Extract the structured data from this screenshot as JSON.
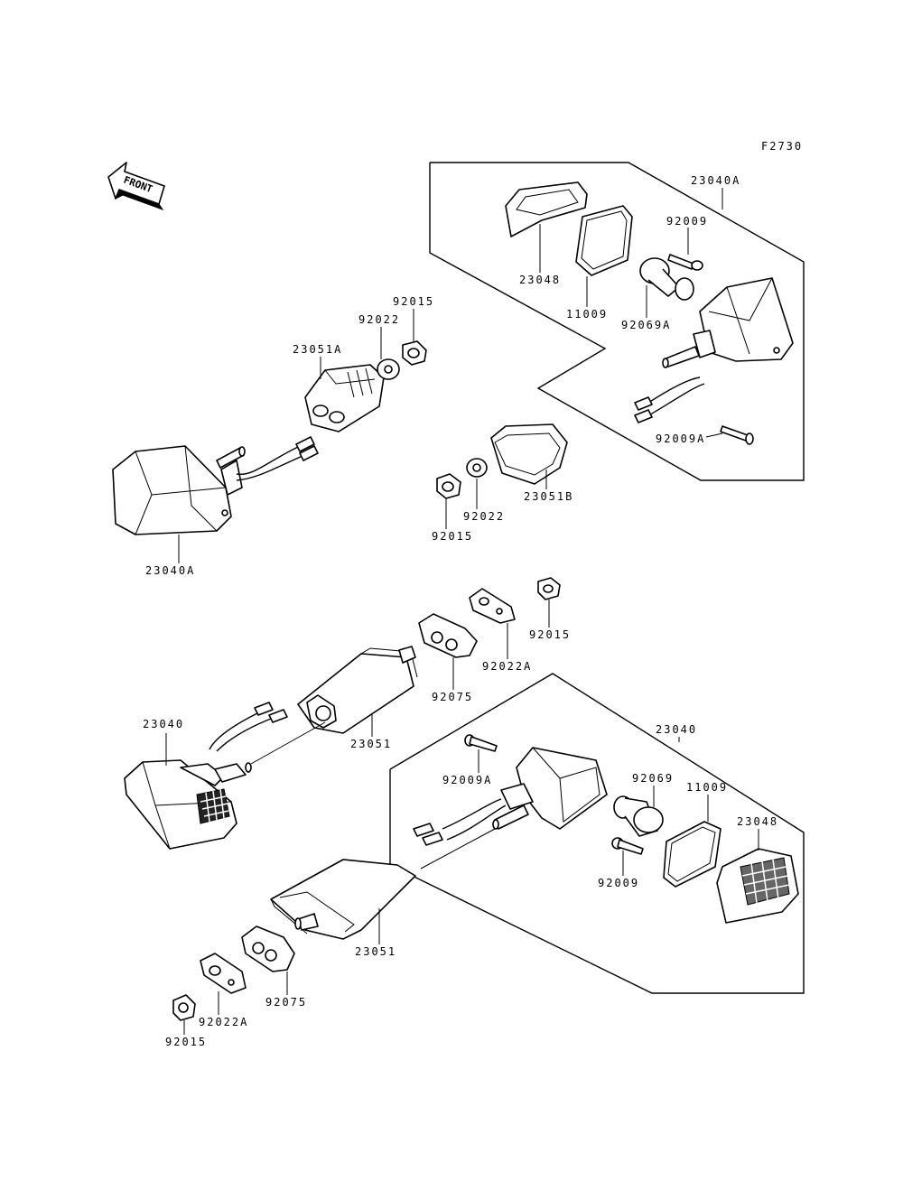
{
  "figure_code": "F2730",
  "front_label": "FRONT",
  "parts": {
    "p23040A_top": "23040A",
    "p92009_top": "92009",
    "p23048_top": "23048",
    "p11009_top": "11009",
    "p92069A": "92069A",
    "p92009A_top": "92009A",
    "p92015_a": "92015",
    "p92022_a": "92022",
    "p23051A": "23051A",
    "p23051B": "23051B",
    "p92022_b": "92022",
    "p92015_b": "92015",
    "p23040A_left": "23040A",
    "p92015_c": "92015",
    "p92022A_a": "92022A",
    "p92075_a": "92075",
    "p23040": "23040",
    "p23051_a": "23051",
    "p23040_right": "23040",
    "p92009A_bot": "92009A",
    "p92069": "92069",
    "p11009_bot": "11009",
    "p23048_bot": "23048",
    "p92009_bot": "92009",
    "p23051_b": "23051",
    "p92075_b": "92075",
    "p92022A_b": "92022A",
    "p92015_d": "92015"
  }
}
